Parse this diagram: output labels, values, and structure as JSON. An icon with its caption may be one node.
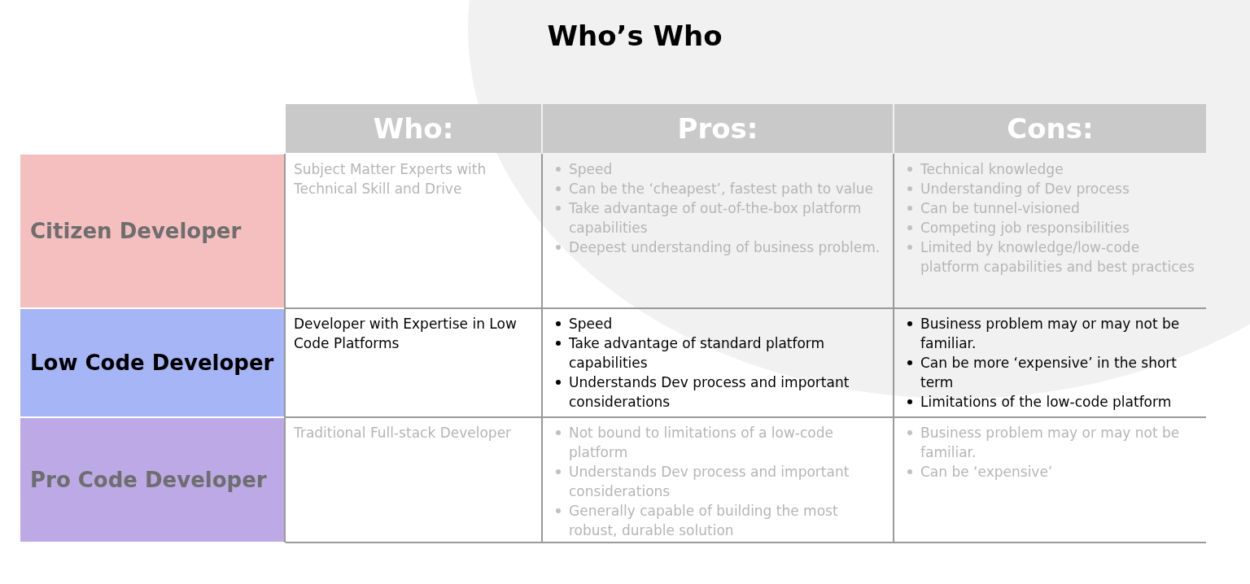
{
  "diagram": {
    "title": "Who’s Who",
    "labels": [
      "Who:",
      "Pros:",
      "Cons:",
      "Citizen Developer",
      "Subject Matter Experts with Technical Skill and Drive",
      "Speed",
      "Can be the ‘cheapest’, fastest path to value",
      "Take advantage of out-of-the-box platform capabilities",
      "Deepest understanding of business problem.",
      "Technical knowledge",
      "Understanding of Dev process",
      "Can be tunnel-visioned",
      "Competing job responsibilities",
      "Limited by knowledge/low-code platform capabilities and best practices",
      "Low Code Developer",
      "Developer with Expertise in Low Code Platforms",
      "Speed",
      "Take advantage of standard platform capabilities",
      "Understands Dev process and important considerations",
      "Business problem may or may not be familiar.",
      "Can be more ‘expensive’ in the short term",
      "Limitations of the low-code platform",
      "Pro Code Developer",
      "Traditional Full-stack Developer",
      "Not bound to limitations of a low-code platform",
      "Understands Dev process and important considerations",
      "Generally capable of building the most robust, durable solution",
      "Business problem may or may not be familiar.",
      "Can be ‘expensive’"
    ]
  }
}
